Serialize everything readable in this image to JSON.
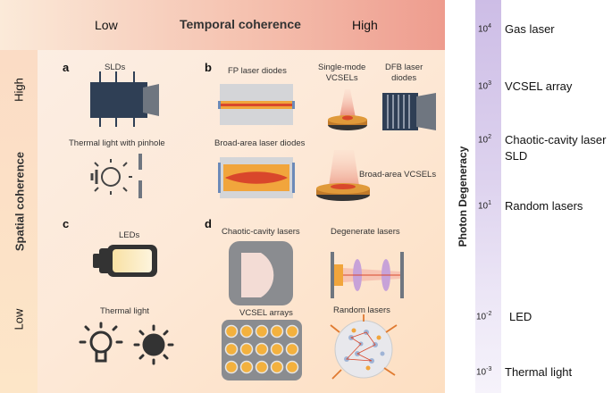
{
  "header": {
    "low": "Low",
    "title": "Temporal coherence",
    "high": "High"
  },
  "left_axis": {
    "high": "High",
    "title": "Spatial coherence",
    "low": "Low"
  },
  "panels": {
    "a": "a",
    "b": "b",
    "c": "c",
    "d": "d"
  },
  "labels": {
    "slds": "SLDs",
    "thermal_pinhole": "Thermal light with pinhole",
    "fp_laser": "FP laser diodes",
    "single_mode_vcsel": "Single-mode\nVCSELs",
    "dfb_laser": "DFB laser\ndiodes",
    "broad_area_ld": "Broad-area laser diodes",
    "broad_area_vcsel": "Broad-area VCSELs",
    "leds": "LEDs",
    "thermal_light": "Thermal light",
    "chaotic_cavity": "Chaotic-cavity lasers",
    "degenerate": "Degenerate lasers",
    "vcsel_arrays": "VCSEL arrays",
    "random_lasers": "Random lasers"
  },
  "degeneracy_scale": {
    "title": "Photon Degeneracy",
    "ticks": [
      {
        "base": "10",
        "exp": "4",
        "label": "Gas laser"
      },
      {
        "base": "10",
        "exp": "3",
        "label": "VCSEL array"
      },
      {
        "base": "10",
        "exp": "2",
        "label": "Chaotic-cavity laser\nSLD"
      },
      {
        "base": "10",
        "exp": "1",
        "label": "Random lasers"
      },
      {
        "base": "10",
        "exp": "-2",
        "label": "LED"
      },
      {
        "base": "10",
        "exp": "-3",
        "label": "Thermal light"
      }
    ]
  },
  "colors": {
    "header_start": "#f8e3cc",
    "header_end": "#f0a898",
    "panel_top": "#fbe7dc",
    "panel_bottom": "#fde2c2",
    "device_dark": "#3d3f44",
    "chip_blue": "#2f3f55",
    "laser_red": "#d9472b",
    "laser_orange": "#f1a53c",
    "scale_purple": "#cdbde6"
  }
}
